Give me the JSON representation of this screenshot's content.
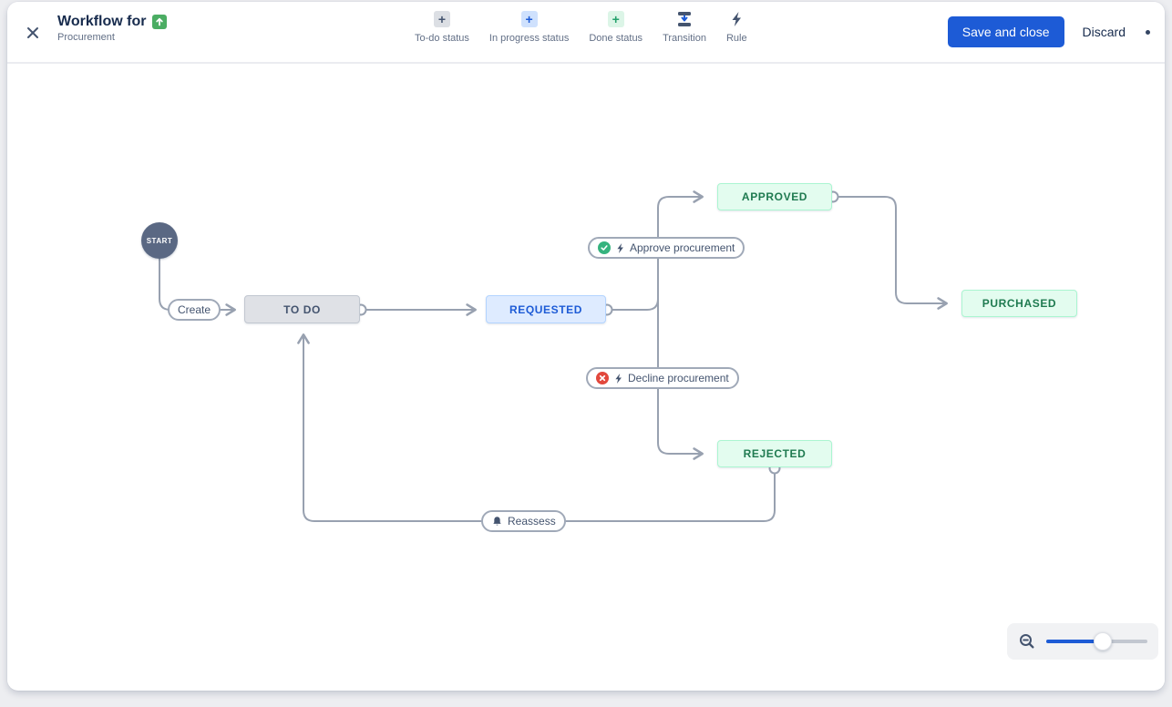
{
  "window": {
    "title": "Workflow for",
    "subtitle": "Procurement"
  },
  "toolbar": {
    "items": [
      {
        "label": "To-do status",
        "icon": "plus-todo-icon"
      },
      {
        "label": "In progress status",
        "icon": "plus-in-progress-icon"
      },
      {
        "label": "Done status",
        "icon": "plus-done-icon"
      },
      {
        "label": "Transition",
        "icon": "transition-icon"
      },
      {
        "label": "Rule",
        "icon": "rule-lightning-icon"
      }
    ],
    "plus_glyph": "+"
  },
  "actions": {
    "save": "Save and close",
    "discard": "Discard"
  },
  "diagram": {
    "start_label": "START",
    "nodes": [
      {
        "label": "TO DO",
        "type": "todo"
      },
      {
        "label": "REQUESTED",
        "type": "in-progress"
      },
      {
        "label": "APPROVED",
        "type": "done"
      },
      {
        "label": "REJECTED",
        "type": "done"
      },
      {
        "label": "PURCHASED",
        "type": "done"
      }
    ],
    "transitions": [
      {
        "label": "Create",
        "icons": []
      },
      {
        "label": "Approve procurement",
        "icons": [
          "check-circle",
          "lightning"
        ]
      },
      {
        "label": "Decline procurement",
        "icons": [
          "x-circle",
          "lightning"
        ]
      },
      {
        "label": "Reassess",
        "icons": [
          "bell"
        ]
      }
    ]
  },
  "zoom_control": {
    "slider_fraction": 0.56
  },
  "colors": {
    "accent_blue": "#1D5BD6",
    "todo_fill": "#DFE1E6",
    "in_progress_fill": "#DEEBFF",
    "done_fill": "#E3FCEF",
    "done_text": "#1F7A50",
    "todo_text": "#44546F",
    "connector": "#98A1B0",
    "check_green": "#36B37E",
    "decline_red": "#E2483D",
    "issue_icon_green": "#4BAD63",
    "start_node": "#5A6883"
  }
}
